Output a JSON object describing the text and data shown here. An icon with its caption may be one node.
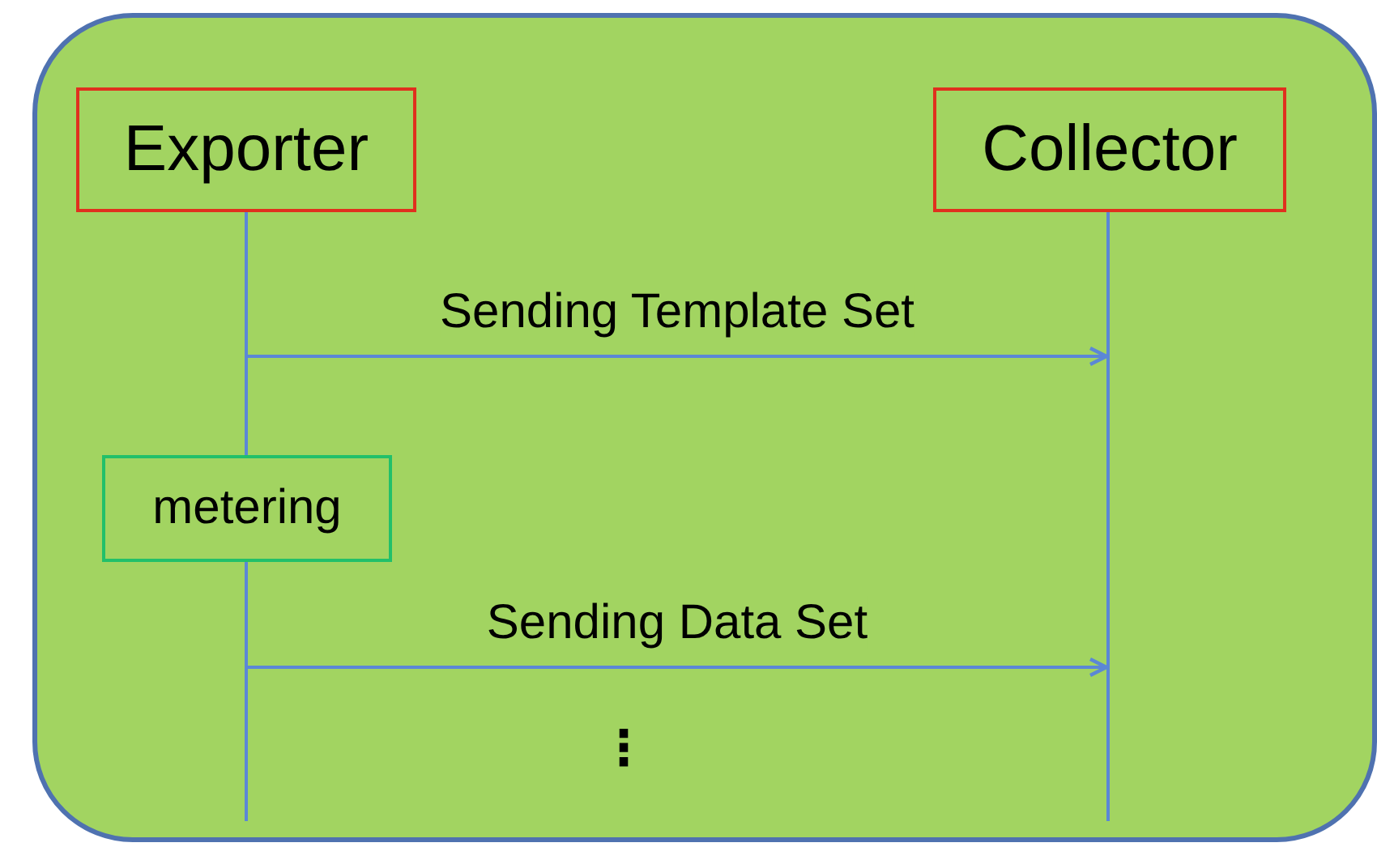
{
  "diagram": {
    "nodes": [
      {
        "text": [],
        "shape": "box"
      },
      {
        "text": [
          "Exporter"
        ],
        "in": 0
      },
      {
        "text": [
          "Collector"
        ],
        "in": 0
      },
      {
        "text": [
          "metering"
        ],
        "in": 0
      },
      {
        "text": [],
        "shape": "line",
        "in": 0
      },
      {
        "text": [],
        "shape": "line",
        "in": 0
      },
      {
        "text": [],
        "shape": "line",
        "in": 0
      }
    ],
    "edges": [
      {
        "from": 4,
        "to": 6,
        "arrow": "to",
        "label": "Sending Template Set"
      },
      {
        "from": 5,
        "to": 6,
        "arrow": "to",
        "label": "Sending Data Set"
      }
    ],
    "labels": [
      "⋮"
    ]
  }
}
